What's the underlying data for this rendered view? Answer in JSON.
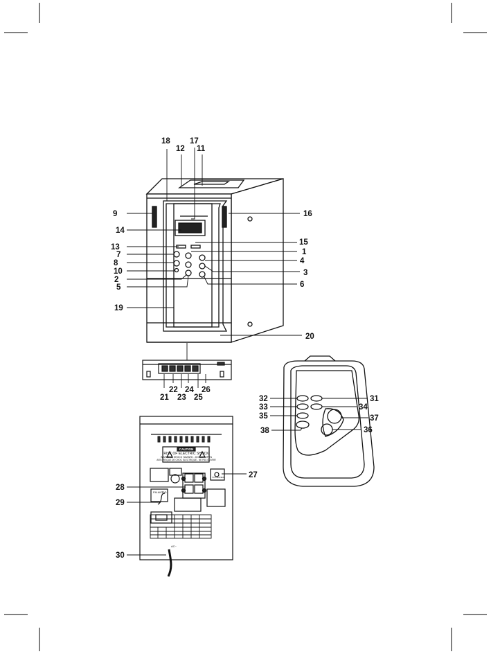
{
  "callouts": [
    "1",
    "2",
    "3",
    "4",
    "5",
    "6",
    "7",
    "8",
    "9",
    "10",
    "11",
    "12",
    "13",
    "14",
    "15",
    "16",
    "17",
    "18",
    "19",
    "20",
    "21",
    "22",
    "23",
    "24",
    "25",
    "26",
    "27",
    "28",
    "29",
    "30",
    "31",
    "32",
    "33",
    "34",
    "35",
    "36",
    "37",
    "38"
  ],
  "back_panel": {
    "caution_title": "CAUTION",
    "caution_line1": "RISK OF ELECTRIC SHOCK",
    "caution_line2": "WARNING: SHOCK HAZARD - DO NOT OPEN",
    "caution_line3": "AVIS: RISQUE DE CHOC ELECTRIQUE - NE PAS OUVRIR",
    "fm_ant_label": "FM ANT",
    "fm_ant_sub": "75Ω",
    "aux_label": "TO PHONES",
    "mains_label": "AC~"
  }
}
